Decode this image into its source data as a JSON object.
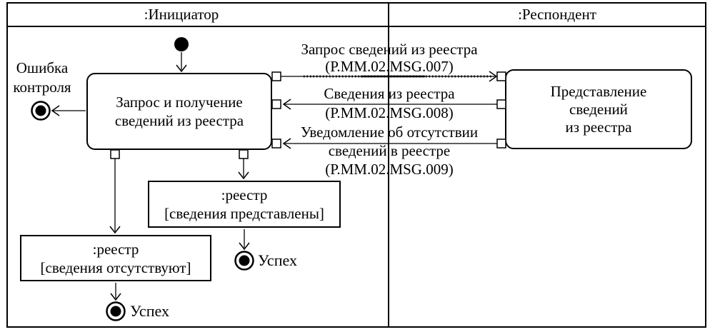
{
  "lanes": {
    "initiator": ":Инициатор",
    "respondent": ":Респондент"
  },
  "nodes": {
    "main_action": "Запрос и получение\nсведений из реестра",
    "respondent_action": "Представление\nсведений\nиз реестра",
    "registry_presented": ":реестр\n[сведения представлены]",
    "registry_absent": ":реестр\n[сведения отсутствуют]"
  },
  "terminals": {
    "error": "Ошибка\nконтроля",
    "success_presented": "Успех",
    "success_absent": "Успех"
  },
  "messages": [
    {
      "label": "Запрос сведений из реестра\n(Р.ММ.02.MSG.007)",
      "direction": "right"
    },
    {
      "label": "Сведения из реестра\n(Р.ММ.02.MSG.008)",
      "direction": "left"
    },
    {
      "label": "Уведомление об отсутствии\nсведений в реестре\n(Р.ММ.02.MSG.009)",
      "direction": "left"
    }
  ],
  "colors": {
    "stroke": "#000000",
    "background": "#ffffff"
  }
}
